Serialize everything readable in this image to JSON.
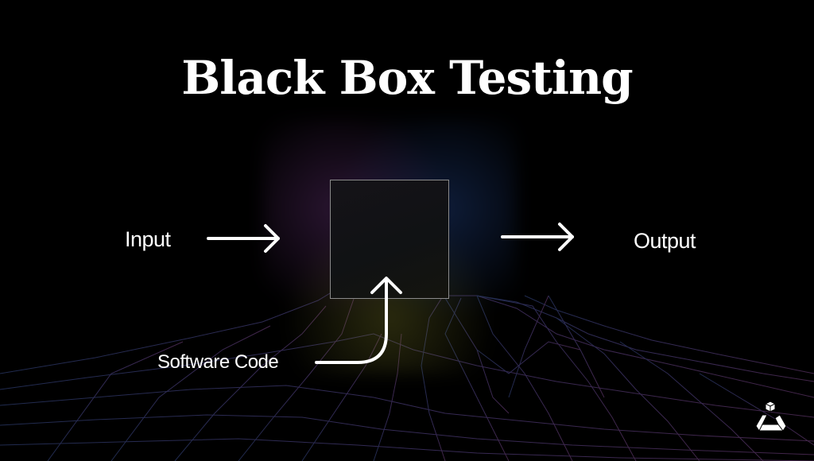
{
  "title": "Black Box Testing",
  "labels": {
    "input": "Input",
    "output": "Output",
    "software_code": "Software Code"
  },
  "icons": {
    "input_arrow": "arrow-right-icon",
    "output_arrow": "arrow-right-icon",
    "code_arrow": "curved-arrow-up-icon",
    "logo": "brand-logo-icon"
  },
  "colors": {
    "background": "#000000",
    "text": "#ffffff",
    "box_border": "#8a8a8a",
    "mesh_left": "#28325a",
    "mesh_right": "#4a2a55",
    "glow_purple": "#783c8c",
    "glow_blue": "#2850a0",
    "glow_yellow": "#787828"
  }
}
